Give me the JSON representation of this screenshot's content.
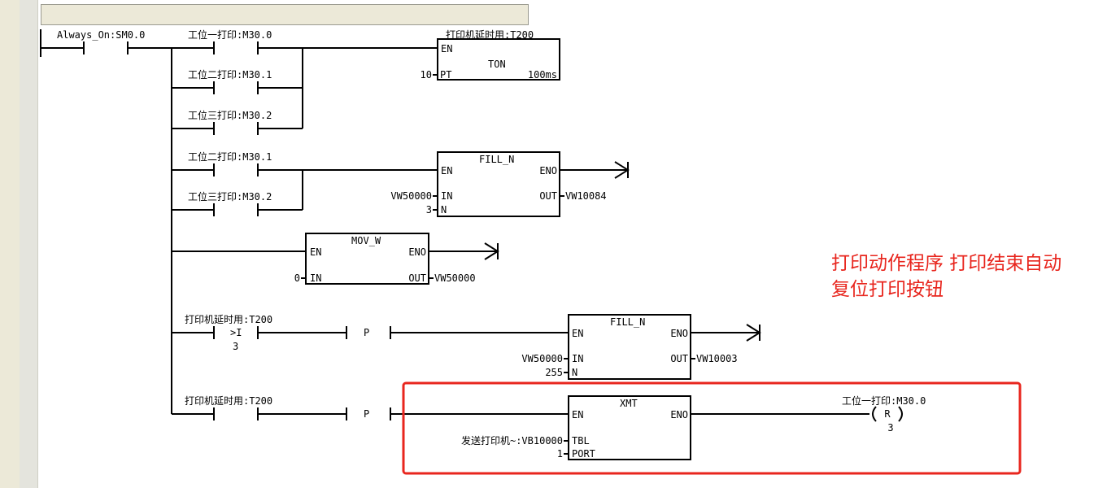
{
  "network": {
    "power_contact": "Always_On:SM0.0",
    "print_station1": "工位一打印:M30.0",
    "print_station2": "工位二打印:M30.1",
    "print_station3": "工位三打印:M30.2",
    "timer_label": "打印机延时用:T200",
    "compare_op": ">I",
    "compare_value": "3",
    "pulse_p": "P",
    "reset_coil_label": "工位一打印:M30.0",
    "reset_letter": "R",
    "reset_count": "3",
    "pin_en": "EN",
    "pin_eno": "ENO",
    "pin_in": "IN",
    "pin_out": "OUT",
    "pin_n": "N",
    "pin_pt": "PT",
    "pin_tbl": "TBL",
    "pin_port": "PORT",
    "ton": {
      "title": "TON",
      "pt_value": "10",
      "resolution": "100ms"
    },
    "fill1": {
      "title": "FILL_N",
      "in_value": "VW50000",
      "n_value": "3",
      "out_value": "VW10084"
    },
    "mov": {
      "title": "MOV_W",
      "in_value": "0",
      "out_value": "VW50000"
    },
    "fill2": {
      "title": "FILL_N",
      "in_value": "VW50000",
      "n_value": "255",
      "out_value": "VW10003"
    },
    "xmt": {
      "title": "XMT",
      "tbl_value": "发送打印机~:VB10000",
      "port_value": "1"
    }
  },
  "note": {
    "line1": "打印动作程序  打印结束自动",
    "line2": "复位打印按钮"
  },
  "colors": {
    "highlight": "#e8261e",
    "wire": "#000000",
    "gutter": "#e4e4dd"
  }
}
